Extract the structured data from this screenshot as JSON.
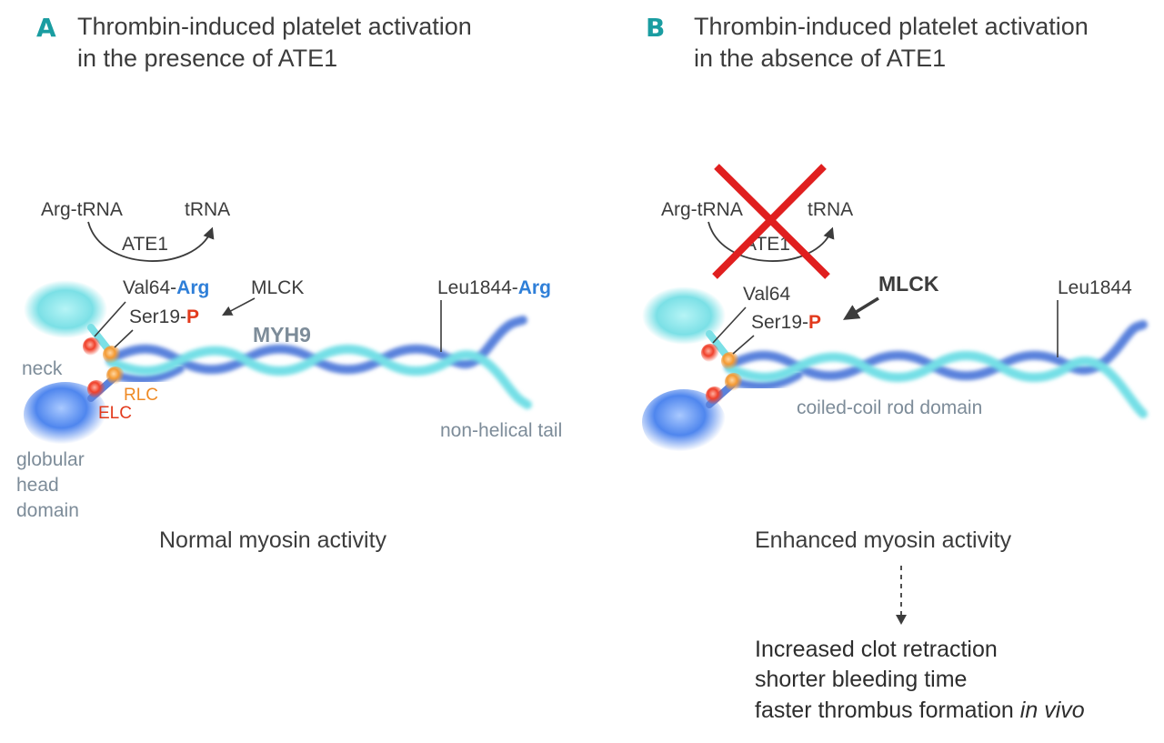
{
  "colors": {
    "teal": "#1a9da1",
    "blue_text": "#2f7fd8",
    "red_text": "#e23a1d",
    "orange_text": "#ef8a24",
    "gray_text": "#7d8c99",
    "dark_text": "#3c3c3c",
    "cross_red": "#e01f1f",
    "helix_dark": "#5a82dc",
    "helix_light": "#74dfe6"
  },
  "panel_a": {
    "letter": "A",
    "title_line1": "Thrombin-induced platelet activation",
    "title_line2": "in the presence of ATE1",
    "arg_trna": "Arg-tRNA",
    "trna": "tRNA",
    "ate1": "ATE1",
    "val64": "Val64-",
    "val64_arg": "Arg",
    "mlck": "MLCK",
    "ser19": "Ser19-",
    "ser19_p": "P",
    "myh9": "MYH9",
    "leu1844": "Leu1844-",
    "leu1844_arg": "Arg",
    "neck": "neck",
    "rlc": "RLC",
    "elc": "ELC",
    "head_line1": "globular",
    "head_line2": "head",
    "head_line3": "domain",
    "tail": "non-helical tail",
    "outcome": "Normal myosin activity"
  },
  "panel_b": {
    "letter": "B",
    "title_line1": "Thrombin-induced platelet activation",
    "title_line2": "in the absence of ATE1",
    "arg_trna": "Arg-tRNA",
    "trna": "tRNA",
    "ate1": "ATE1",
    "val64": "Val64",
    "mlck": "MLCK",
    "ser19": "Ser19-",
    "ser19_p": "P",
    "leu1844": "Leu1844",
    "rod": "coiled-coil rod domain",
    "outcome": "Enhanced myosin activity",
    "result_line1": "Increased clot retraction",
    "result_line2": "shorter bleeding time",
    "result_line3": "faster thrombus formation ",
    "result_line3_italic": "in vivo"
  }
}
